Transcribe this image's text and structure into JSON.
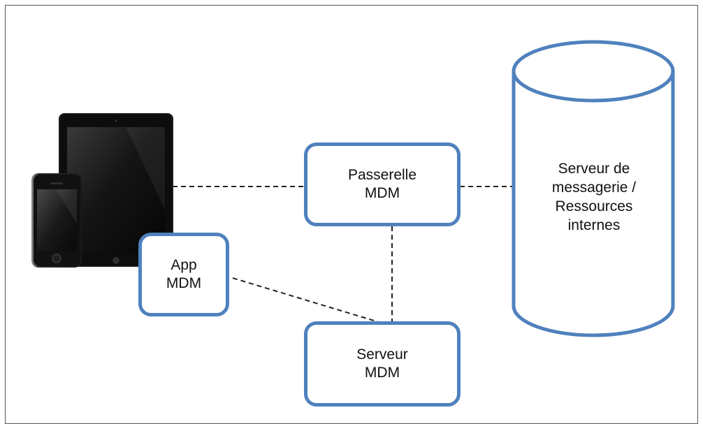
{
  "colors": {
    "box_border": "#4f81bd",
    "connector": "#222222",
    "frame": "#555555"
  },
  "nodes": {
    "gateway": {
      "line1": "Passerelle",
      "line2": "MDM"
    },
    "app": {
      "line1": "App",
      "line2": "MDM"
    },
    "server": {
      "line1": "Serveur",
      "line2": "MDM"
    },
    "mail_server": {
      "line1": "Serveur de",
      "line2": "messagerie /",
      "line3": "Ressources",
      "line4": "internes"
    },
    "devices": {
      "tablet_icon": "tablet-icon",
      "phone_icon": "smartphone-icon"
    }
  },
  "edges": [
    {
      "from": "devices",
      "to": "gateway",
      "style": "dashed"
    },
    {
      "from": "gateway",
      "to": "mail_server",
      "style": "dashed"
    },
    {
      "from": "gateway",
      "to": "server",
      "style": "dashed"
    },
    {
      "from": "app",
      "to": "server",
      "style": "dashed"
    }
  ]
}
